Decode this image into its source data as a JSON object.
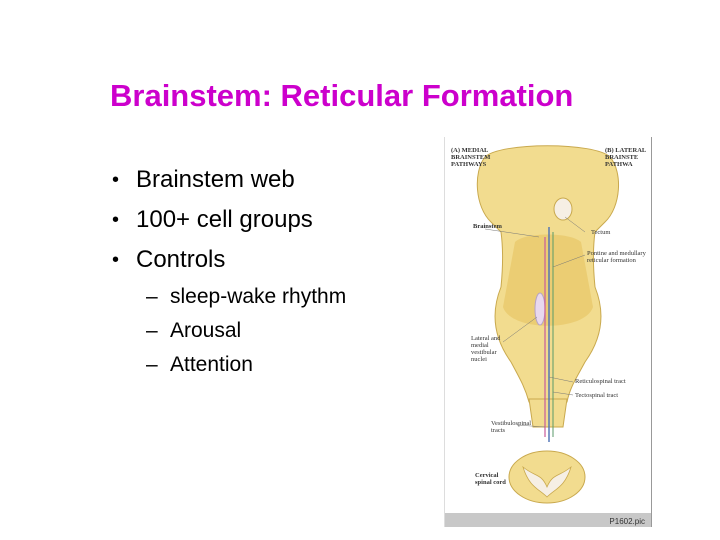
{
  "slide": {
    "title": "Brainstem: Reticular Formation",
    "bullets": [
      "Brainstem web",
      "100+ cell groups",
      "Controls"
    ],
    "sub_bullets": [
      "sleep-wake rhythm",
      "Arousal",
      "Attention"
    ],
    "bullet_symbol": "•",
    "sub_symbol": "–"
  },
  "figure": {
    "label_a": "(A) MEDIAL BRAINSTEM PATHWAYS",
    "label_b": "(B) LATERAL BRAINSTE PATHWA",
    "brainstem": "Brainstem",
    "tectum": "Tectum",
    "pontine": "Pontine and medullary reticular formation",
    "vestibular_nuclei": "Lateral and medial vestibular nuclei",
    "reticulospinal": "Reticulospinal tract",
    "tectospinal": "Tectospinal tract",
    "vestibulospinal": "Vestibulospinal tracts",
    "cervical": "Cervical spinal cord",
    "code": "P1602.pic"
  },
  "colors": {
    "title": "#cc00cc",
    "tissue": "#f2dc8f",
    "tissue_dark": "#d9bd5e",
    "tract_blue": "#4a6fb5",
    "tract_pink": "#c85a9a"
  }
}
